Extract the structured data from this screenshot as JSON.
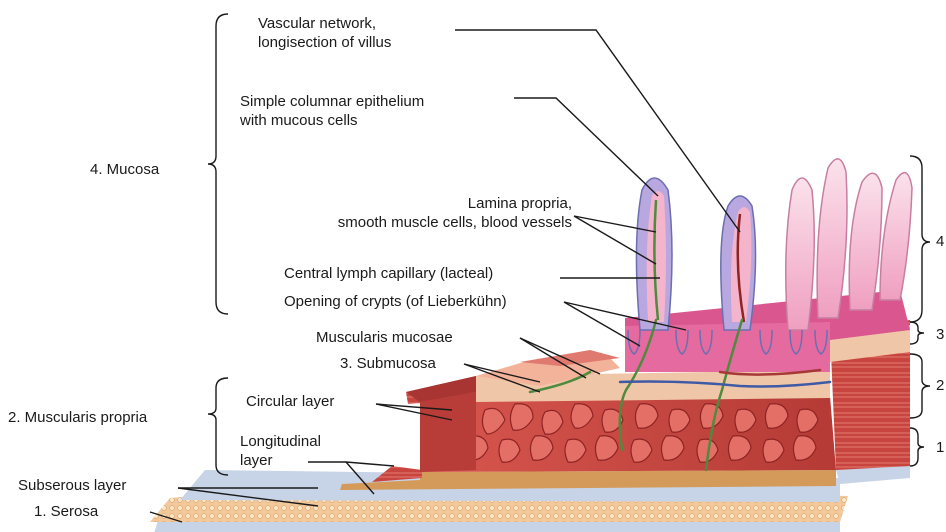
{
  "labels": {
    "vascular_network": "Vascular network,\nlongisection of villus",
    "simple_columnar": "Simple columnar epithelium\nwith mucous cells",
    "mucosa": "4. Mucosa",
    "lamina_propria": "Lamina propria,\nsmooth muscle cells, blood vessels",
    "central_lymph": "Central lymph capillary (lacteal)",
    "opening_crypts": "Opening of crypts (of Lieberkühn)",
    "muscularis_mucosae": "Muscularis mucosae",
    "submucosa": "3. Submucosa",
    "circular_layer": "Circular layer",
    "muscularis_propria": "2. Muscularis propria",
    "longitudinal_layer": "Longitudinal\nlayer",
    "subserous_layer": "Subserous layer",
    "serosa": "1. Serosa",
    "right_4": "4",
    "right_3": "3",
    "right_2": "2",
    "right_1": "1"
  },
  "colors": {
    "mucosa_pink": "#f2b6cc",
    "mucosa_deep": "#d9568e",
    "epithelium_lilac": "#b9a7e0",
    "muscle_red": "#c8453f",
    "muscle_dark": "#8e2424",
    "submucosa_peach": "#f0c6a8",
    "serosa_blue": "#c7d3e6",
    "subserous_tan": "#d39a5a",
    "vessel_green": "#4f8a3e"
  }
}
